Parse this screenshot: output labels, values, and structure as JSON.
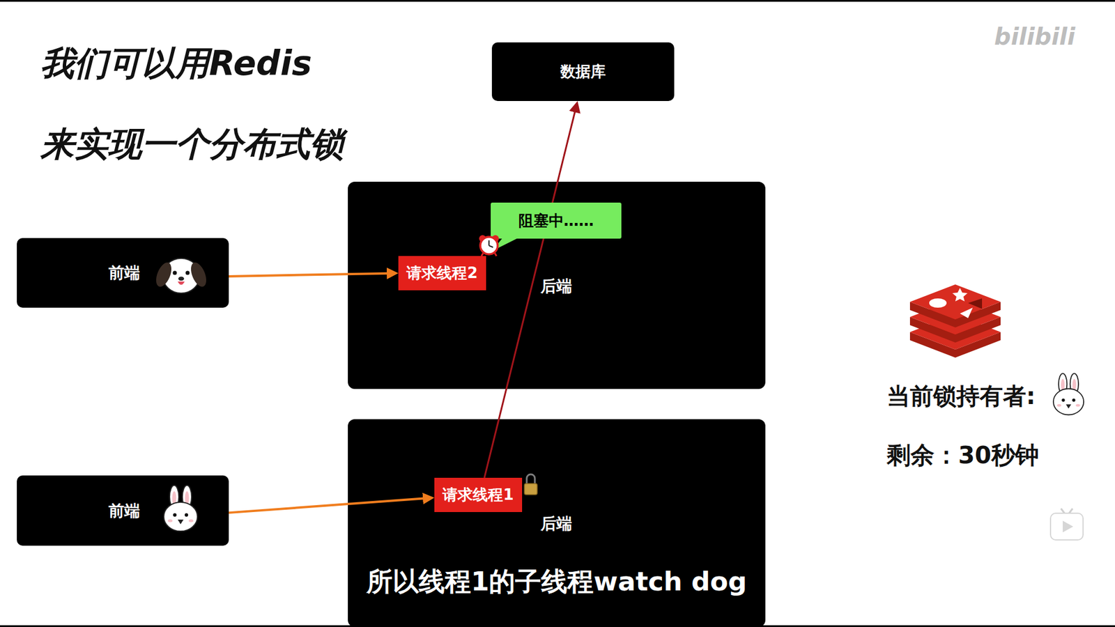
{
  "diagram": {
    "title": "我们可以用Redis 来实现一个分布式锁",
    "caption": "所以线程1的子线程watch dog",
    "nodes": [
      {
        "text": [
          "数据库"
        ]
      },
      {
        "text": [
          "前端"
        ]
      },
      {
        "text": [
          "后端"
        ]
      },
      {
        "text": [
          "请求线程2"
        ],
        "in": 2
      },
      {
        "text": [
          "阻塞中……"
        ],
        "in": 2
      },
      {
        "text": [
          "前端"
        ]
      },
      {
        "text": [
          "后端"
        ]
      },
      {
        "text": [
          "请求线程1"
        ],
        "in": 6
      }
    ],
    "edges": [
      {
        "from": 1,
        "to": 3,
        "arrow": "to"
      },
      {
        "from": 5,
        "to": 7,
        "arrow": "to"
      },
      {
        "from": 7,
        "to": 0,
        "arrow": "to"
      }
    ],
    "labels": [
      "当前锁持有者:",
      "剩余：30秒钟",
      "bilibili"
    ]
  }
}
